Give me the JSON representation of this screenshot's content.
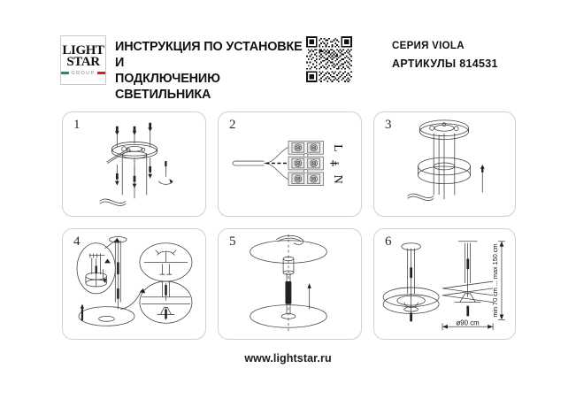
{
  "document": {
    "title_line1": "ИНСТРУКЦИЯ ПО УСТАНОВКЕ И",
    "title_line2": "ПОДКЛЮЧЕНИЮ СВЕТИЛЬНИКА",
    "series_label": "СЕРИЯ VIOLA",
    "article_label": "АРТИКУЛЫ 814531",
    "footer_url": "www.lightstar.ru"
  },
  "logo": {
    "line1": "LIGHT",
    "line2": "STAR",
    "line3": "GROUP",
    "flag_green": "#0f9d4f",
    "flag_red": "#d21f26"
  },
  "panels": [
    {
      "number": "1",
      "name": "mount-ceiling-bracket"
    },
    {
      "number": "2",
      "name": "wiring-terminal-block"
    },
    {
      "number": "3",
      "name": "attach-canopy-cover"
    },
    {
      "number": "4",
      "name": "assemble-shade-details"
    },
    {
      "number": "5",
      "name": "install-diffuser-discs"
    },
    {
      "number": "6",
      "name": "final-dimensions"
    }
  ],
  "wiring": {
    "terminal_live": "L",
    "terminal_earth": "⏚",
    "terminal_neutral": "N"
  },
  "dimensions": {
    "height_label": "min 70 cm ... max 150 cm",
    "diameter_label": "ø90 cm"
  },
  "colors": {
    "panel_border": "#d0d0d0",
    "line": "#3a3a3a",
    "text": "#1a1a1a"
  }
}
